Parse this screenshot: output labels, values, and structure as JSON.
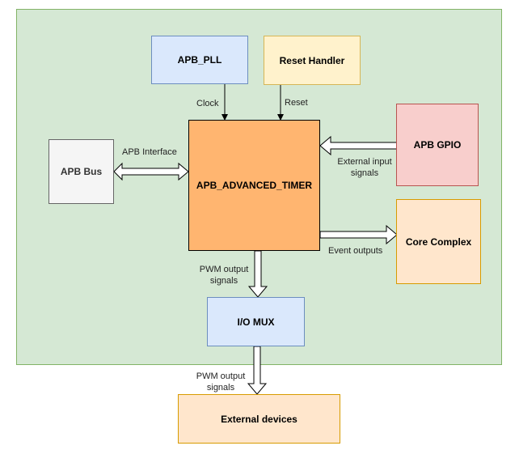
{
  "blocks": {
    "apb_pll": {
      "label": "APB_PLL",
      "fill": "#dae8fc",
      "stroke": "#6c8ebf"
    },
    "reset_handler": {
      "label": "Reset Handler",
      "fill": "#fff2cc",
      "stroke": "#d6b656"
    },
    "apb_bus": {
      "label": "APB Bus",
      "fill": "#f5f5f5",
      "stroke": "#666666"
    },
    "timer": {
      "label": "APB_ADVANCED_TIMER",
      "fill": "#ffb570",
      "stroke": "#000000"
    },
    "apb_gpio": {
      "label": "APB GPIO",
      "fill": "#f8cecc",
      "stroke": "#b85450"
    },
    "core_complex": {
      "label": "Core Complex",
      "fill": "#ffe6cc",
      "stroke": "#d79b00"
    },
    "io_mux": {
      "label": "I/O MUX",
      "fill": "#dae8fc",
      "stroke": "#6c8ebf"
    },
    "external_devices": {
      "label": "External devices",
      "fill": "#ffe6cc",
      "stroke": "#d79b00"
    }
  },
  "connections": {
    "clock": "Clock",
    "reset": "Reset",
    "apb_interface": "APB Interface",
    "external_input_line1": "External input",
    "external_input_line2": "signals",
    "event_outputs": "Event outputs",
    "pwm_out_1_line1": "PWM output",
    "pwm_out_1_line2": "signals",
    "pwm_out_2_line1": "PWM output",
    "pwm_out_2_line2": "signals"
  },
  "container": {
    "fill": "#d5e8d4",
    "stroke": "#82b366"
  }
}
